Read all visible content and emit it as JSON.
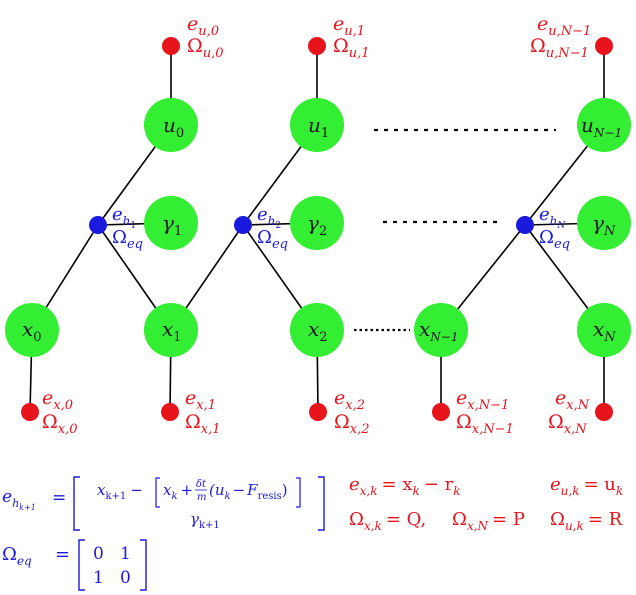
{
  "colors": {
    "variable_node": "#33ee33",
    "error_factor": "#e8141c",
    "dynamics_factor": "#1a1adf"
  },
  "nodes": {
    "u0": {
      "base": "u",
      "sub": "0"
    },
    "u1": {
      "base": "u",
      "sub": "1"
    },
    "uN1": {
      "base": "u",
      "sub": "N−1"
    },
    "g1": {
      "base": "γ",
      "sub": "1"
    },
    "g2": {
      "base": "γ",
      "sub": "2"
    },
    "gN": {
      "base": "γ",
      "sub": "N"
    },
    "x0": {
      "base": "x",
      "sub": "0"
    },
    "x1": {
      "base": "x",
      "sub": "1"
    },
    "x2": {
      "base": "x",
      "sub": "2"
    },
    "xN1": {
      "base": "x",
      "sub": "N−1"
    },
    "xN": {
      "base": "x",
      "sub": "N"
    }
  },
  "factor_labels": {
    "eu0": {
      "e_sub": "u,0",
      "o_sub": "u,0"
    },
    "eu1": {
      "e_sub": "u,1",
      "o_sub": "u,1"
    },
    "euN1": {
      "e_sub": "u,N−1",
      "o_sub": "u,N−1"
    },
    "ex0": {
      "e_sub": "x,0",
      "o_sub": "x,0"
    },
    "ex1": {
      "e_sub": "x,1",
      "o_sub": "x,1"
    },
    "ex2": {
      "e_sub": "x,2",
      "o_sub": "x,2"
    },
    "exN1": {
      "e_sub": "x,N−1",
      "o_sub": "x,N−1"
    },
    "exN": {
      "e_sub": "x,N",
      "o_sub": "x,N"
    },
    "eh1": {
      "e_sub": "h",
      "e_subsub": "1",
      "o_sub": "eq"
    },
    "eh2": {
      "e_sub": "h",
      "e_subsub": "2",
      "o_sub": "eq"
    },
    "ehN": {
      "e_sub": "h",
      "e_subsub": "N",
      "o_sub": "eq"
    }
  },
  "symbols": {
    "e": "e",
    "omega": "Ω"
  },
  "equations": {
    "eh_lhs_e": "e",
    "eh_lhs_h": "h",
    "eh_lhs_k1": "k+1",
    "eh_eq": "=",
    "eh_row1_x": "x",
    "eh_row1_xsub": "k+1",
    "eh_row1_minus": "−",
    "eh_row1_xk": "x",
    "eh_row1_xksub": "k",
    "eh_row1_plus": "+",
    "eh_frac_num": "δt",
    "eh_frac_den": "m",
    "eh_row1_paren": "(u",
    "eh_row1_uk": "k",
    "eh_row1_minus2": "−",
    "eh_row1_F": "F",
    "eh_row1_Fsub": "resis",
    "eh_row1_close": ")",
    "eh_row2_g": "γ",
    "eh_row2_gsub": "k+1",
    "omega_eq_lhs": "Ω",
    "omega_eq_sub": "eq",
    "omega_eq_eq": "=",
    "m00": "0",
    "m01": "1",
    "m10": "1",
    "m11": "0",
    "exk_e": "e",
    "exk_sub": "x,k",
    "exk_eq": "= x",
    "exk_xsub": "k",
    "exk_rest": "− r",
    "exk_rsub": "k",
    "euk_e": "e",
    "euk_sub": "u,k",
    "euk_eq": "= u",
    "euk_usub": "k",
    "oxk_o": "Ω",
    "oxk_sub": "x,k",
    "oxk_val": "= Q,",
    "oxN_o": "Ω",
    "oxN_sub": "x,N",
    "oxN_val": "= P",
    "ouk_o": "Ω",
    "ouk_sub": "u,k",
    "ouk_val": "= R"
  }
}
